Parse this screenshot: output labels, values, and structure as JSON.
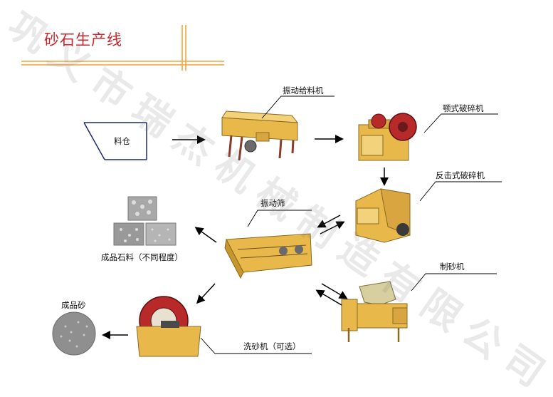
{
  "title": "砂石生产线",
  "watermark": "巩义市瑞杰机械制造有限公司",
  "labels": {
    "hopper": "料仓",
    "feeder": "振动给料机",
    "jaw_crusher": "颚式破碎机",
    "impact_crusher": "反击式破碎机",
    "vibrating_screen": "振动筛",
    "finished_stone": "成品石料（不同程度）",
    "sand_maker": "制砂机",
    "finished_sand": "成品砂",
    "sand_washer": "洗砂机（可选）"
  },
  "colors": {
    "title": "#c9262e",
    "accent_orange": "#f3a33b",
    "machine_yellow": "#e8b84b",
    "machine_red": "#b82a2a",
    "line": "#1a2a6e"
  }
}
